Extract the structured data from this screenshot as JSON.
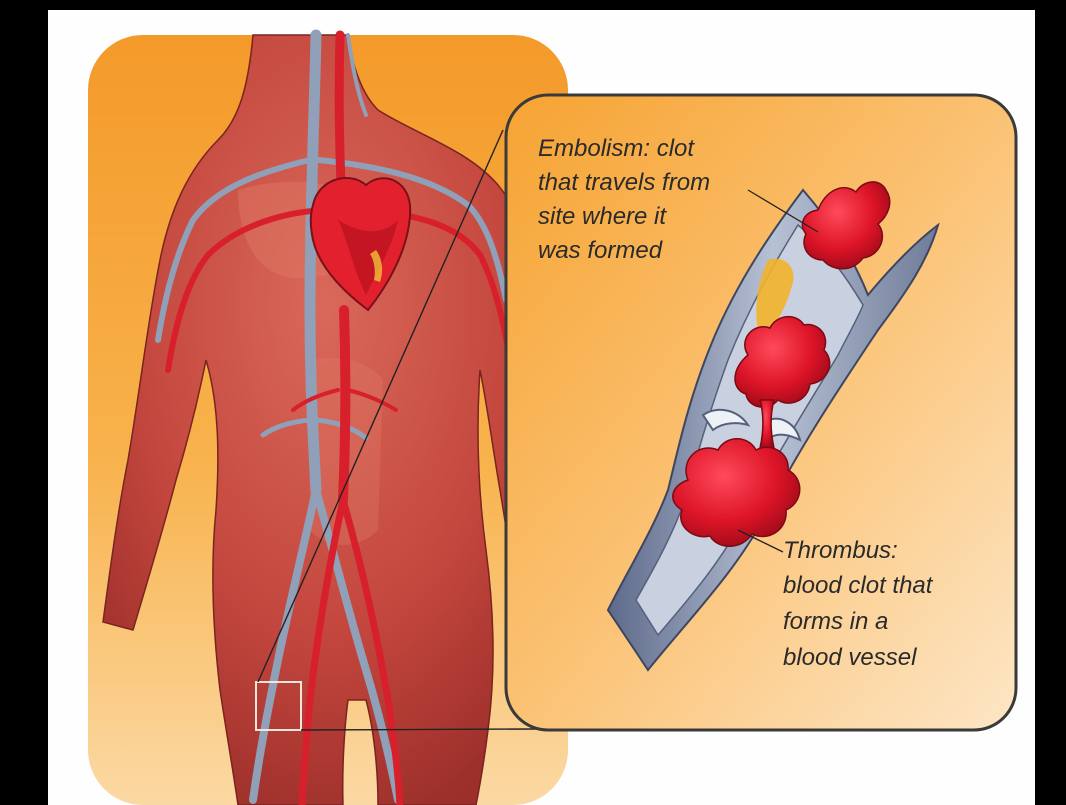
{
  "embolism": {
    "lines": [
      "Embolism: clot",
      "that travels from",
      "site where it",
      "was formed"
    ]
  },
  "thrombus": {
    "lines": [
      "Thrombus:",
      "blood clot that",
      "forms in a",
      "blood vessel"
    ]
  },
  "colors": {
    "frame_bg": "#ffffff",
    "page_bg": "#000000",
    "orange": "#f6a02f",
    "skin": "#d05a4a",
    "artery": "#d8202c",
    "vein": "#8fa0b8",
    "clot": "#e0182c",
    "panel_border": "#3a3a3a"
  }
}
